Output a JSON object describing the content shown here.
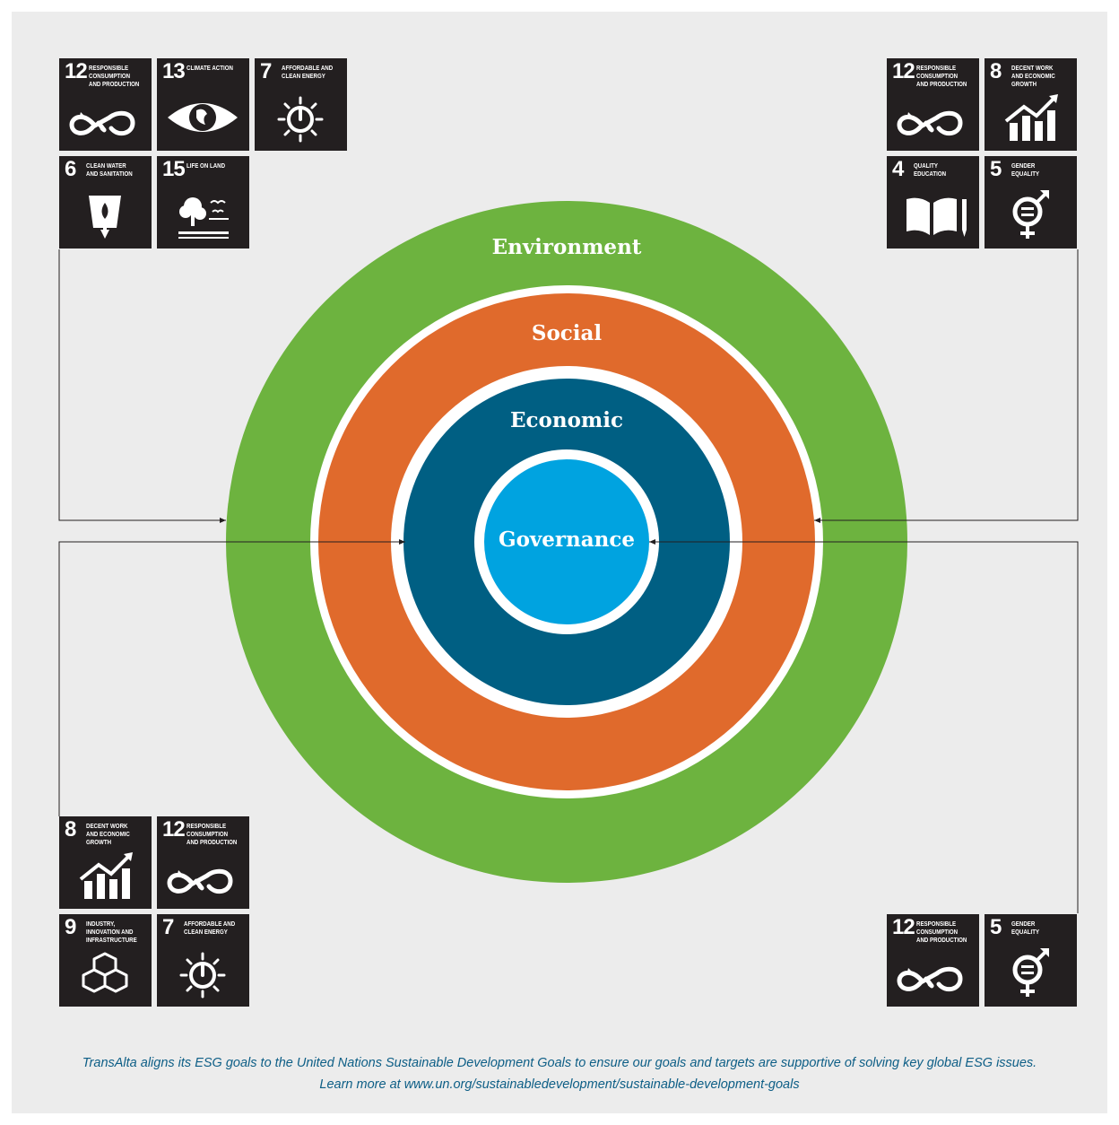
{
  "diagram": {
    "rings": {
      "environment": "Environment",
      "social": "Social",
      "economic": "Economic",
      "governance": "Governance"
    },
    "colors": {
      "environment": "#6db33f",
      "social": "#e06a2c",
      "economic": "#005f83",
      "governance": "#00a3e0",
      "tile": "#231f20",
      "background": "#ececec"
    }
  },
  "sdg_groups": {
    "environment": [
      {
        "number": "12",
        "label": "Responsible consumption and production",
        "icon": "infinity-icon"
      },
      {
        "number": "13",
        "label": "Climate action",
        "icon": "eye-globe-icon"
      },
      {
        "number": "7",
        "label": "Affordable and clean energy",
        "icon": "sun-power-icon"
      },
      {
        "number": "6",
        "label": "Clean water and sanitation",
        "icon": "water-glass-icon"
      },
      {
        "number": "15",
        "label": "Life on land",
        "icon": "tree-birds-icon"
      }
    ],
    "social": [
      {
        "number": "12",
        "label": "Responsible consumption and production",
        "icon": "infinity-icon"
      },
      {
        "number": "8",
        "label": "Decent work and economic growth",
        "icon": "growth-chart-icon"
      },
      {
        "number": "4",
        "label": "Quality education",
        "icon": "book-pencil-icon"
      },
      {
        "number": "5",
        "label": "Gender equality",
        "icon": "gender-equality-icon"
      }
    ],
    "economic": [
      {
        "number": "8",
        "label": "Decent work and economic growth",
        "icon": "growth-chart-icon"
      },
      {
        "number": "12",
        "label": "Responsible consumption and production",
        "icon": "infinity-icon"
      },
      {
        "number": "9",
        "label": "Industry, innovation and infrastructure",
        "icon": "cubes-icon"
      },
      {
        "number": "7",
        "label": "Affordable and clean energy",
        "icon": "sun-power-icon"
      }
    ],
    "governance": [
      {
        "number": "12",
        "label": "Responsible consumption and production",
        "icon": "infinity-icon"
      },
      {
        "number": "5",
        "label": "Gender equality",
        "icon": "gender-equality-icon"
      }
    ]
  },
  "caption": {
    "line1": "TransAlta aligns its ESG goals to the United Nations Sustainable Development Goals to ensure our goals and targets are supportive of solving key global ESG issues.",
    "line2": "Learn more at www.un.org/sustainabledevelopment/sustainable-development-goals"
  }
}
